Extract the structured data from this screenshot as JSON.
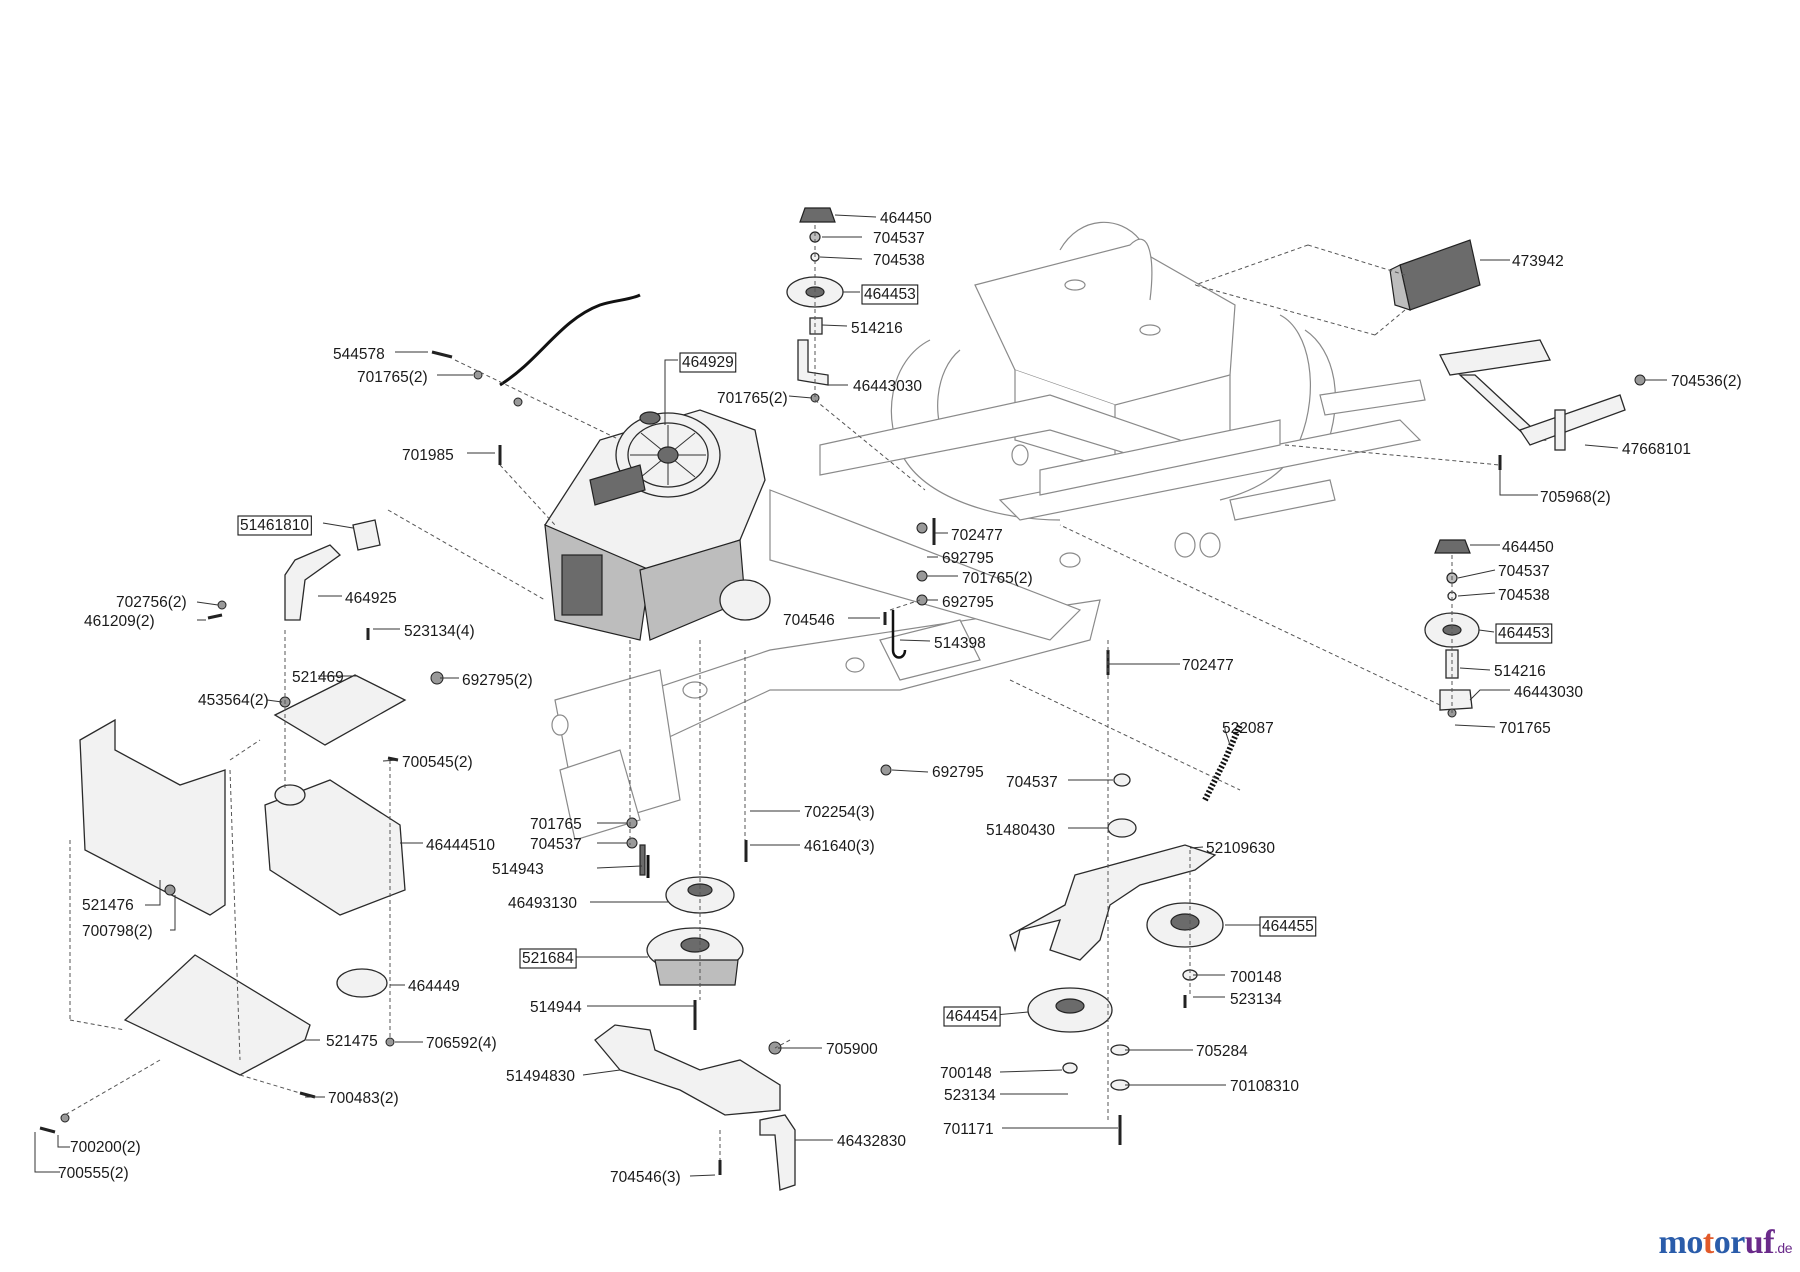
{
  "brand": {
    "letters": [
      "m",
      "o",
      "t",
      "o",
      "r",
      "u",
      "f"
    ],
    "colors": [
      "#2a5caa",
      "#2a5caa",
      "#e25a2a",
      "#2a5caa",
      "#2a5caa",
      "#6a2a8a",
      "#6a2a8a"
    ],
    "suffix": ".de"
  },
  "labels": [
    {
      "text": "464450",
      "boxed": false
    },
    {
      "text": "704537",
      "boxed": false
    },
    {
      "text": "704538",
      "boxed": false
    },
    {
      "text": "464453",
      "boxed": true
    },
    {
      "text": "514216",
      "boxed": false
    },
    {
      "text": "46443030",
      "boxed": false
    },
    {
      "text": "701765(2)",
      "boxed": false
    },
    {
      "text": "473942",
      "boxed": false
    },
    {
      "text": "704536(2)",
      "boxed": false
    },
    {
      "text": "47668101",
      "boxed": false
    },
    {
      "text": "705968(2)",
      "boxed": false
    },
    {
      "text": "544578",
      "boxed": false
    },
    {
      "text": "701765(2)",
      "boxed": false
    },
    {
      "text": "464929",
      "boxed": true
    },
    {
      "text": "701985",
      "boxed": false
    },
    {
      "text": "51461810",
      "boxed": true
    },
    {
      "text": "702477",
      "boxed": false
    },
    {
      "text": "692795",
      "boxed": false
    },
    {
      "text": "701765(2)",
      "boxed": false
    },
    {
      "text": "692795",
      "boxed": false
    },
    {
      "text": "464925",
      "boxed": false
    },
    {
      "text": "702756(2)",
      "boxed": false
    },
    {
      "text": "461209(2)",
      "boxed": false
    },
    {
      "text": "523134(4)",
      "boxed": false
    },
    {
      "text": "704546",
      "boxed": false
    },
    {
      "text": "514398",
      "boxed": false
    },
    {
      "text": "702477",
      "boxed": false
    },
    {
      "text": "464450",
      "boxed": false
    },
    {
      "text": "704537",
      "boxed": false
    },
    {
      "text": "704538",
      "boxed": false
    },
    {
      "text": "464453",
      "boxed": true
    },
    {
      "text": "514216",
      "boxed": false
    },
    {
      "text": "46443030",
      "boxed": false
    },
    {
      "text": "701765",
      "boxed": false
    },
    {
      "text": "521469",
      "boxed": false
    },
    {
      "text": "692795(2)",
      "boxed": false
    },
    {
      "text": "453564(2)",
      "boxed": false
    },
    {
      "text": "700545(2)",
      "boxed": false
    },
    {
      "text": "522087",
      "boxed": false
    },
    {
      "text": "692795",
      "boxed": false
    },
    {
      "text": "704537",
      "boxed": false
    },
    {
      "text": "51480430",
      "boxed": false
    },
    {
      "text": "52109630",
      "boxed": false
    },
    {
      "text": "46444510",
      "boxed": false
    },
    {
      "text": "701765",
      "boxed": false
    },
    {
      "text": "704537",
      "boxed": false
    },
    {
      "text": "702254(3)",
      "boxed": false
    },
    {
      "text": "461640(3)",
      "boxed": false
    },
    {
      "text": "514943",
      "boxed": false
    },
    {
      "text": "46493130",
      "boxed": false
    },
    {
      "text": "521476",
      "boxed": false
    },
    {
      "text": "700798(2)",
      "boxed": false
    },
    {
      "text": "521684",
      "boxed": true
    },
    {
      "text": "464455",
      "boxed": true
    },
    {
      "text": "700148",
      "boxed": false
    },
    {
      "text": "523134",
      "boxed": false
    },
    {
      "text": "464449",
      "boxed": false
    },
    {
      "text": "514944",
      "boxed": false
    },
    {
      "text": "464454",
      "boxed": true
    },
    {
      "text": "521475",
      "boxed": false
    },
    {
      "text": "706592(4)",
      "boxed": false
    },
    {
      "text": "705900",
      "boxed": false
    },
    {
      "text": "705284",
      "boxed": false
    },
    {
      "text": "51494830",
      "boxed": false
    },
    {
      "text": "700148",
      "boxed": false
    },
    {
      "text": "70108310",
      "boxed": false
    },
    {
      "text": "700483(2)",
      "boxed": false
    },
    {
      "text": "523134",
      "boxed": false
    },
    {
      "text": "701171",
      "boxed": false
    },
    {
      "text": "46432830",
      "boxed": false
    },
    {
      "text": "700200(2)",
      "boxed": false
    },
    {
      "text": "704546(3)",
      "boxed": false
    },
    {
      "text": "700555(2)",
      "boxed": false
    }
  ]
}
